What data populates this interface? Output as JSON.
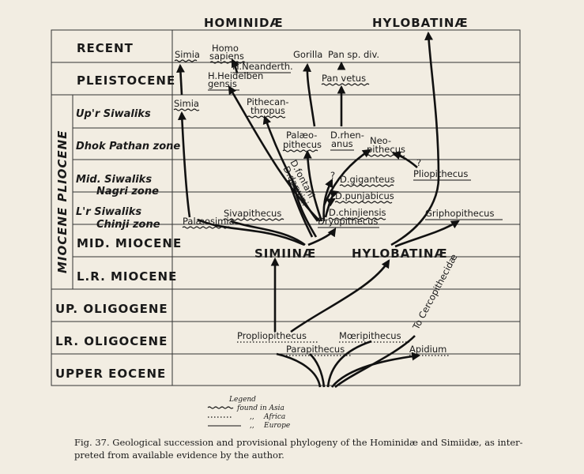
{
  "headers": {
    "hominidae": "HOMINIDÆ",
    "hylobatinae": "HYLOBATINÆ"
  },
  "rows": [
    {
      "label": "RECENT"
    },
    {
      "label": "PLEISTOCENE"
    },
    {
      "label": "Up'r Siwaliks"
    },
    {
      "label": "Dhok Pathan zone"
    },
    {
      "label": "Mid. Siwaliks",
      "sub": "Nagri zone"
    },
    {
      "label": "L'r Siwaliks",
      "sub": "Chinji zone"
    },
    {
      "label": "MID. MIOCENE"
    },
    {
      "label": "L.R. MIOCENE"
    },
    {
      "label": "UP. OLIGOGENE"
    },
    {
      "label": "LR. OLIGOCENE"
    },
    {
      "label": "UPPER EOCENE"
    }
  ],
  "epoch_side_label": "MIOCENE PLIOCENE",
  "group_labels": {
    "simiinae": "SIMIINÆ",
    "hylobatinae_mid": "HYLOBATINÆ"
  },
  "taxa": {
    "simia_recent": "Simia",
    "homo_1": "Homo",
    "homo_2": "sapiens",
    "h_neanderth": "H.Neanderth.",
    "h_heidelb_1": "H.Heidelben",
    "h_heidelb_2": "gensis",
    "gorilla": "Gorilla",
    "pan_sp": "Pan sp. div.",
    "pan_vetus": "Pan vetus",
    "simia_upr": "Simia",
    "pithecan_1": "Pithecan-",
    "pithecan_2": "thropus",
    "palaeo_1": "Palæo-",
    "palaeo_2": "pithecus",
    "d_rhen_1": "D.rhen-",
    "d_rhen_2": "anus",
    "neo_1": "Neo-",
    "neo_2": "pithecus",
    "pliopithecus": "Pliopithecus",
    "d_fontani": "D.fontani",
    "d_darwini": "D.darwini",
    "d_giganteus": "D.giganteus",
    "d_punjabicus": "D.punjabicus",
    "d_chinjiensis": "D.chinjiensis",
    "dryopithecus": "Dryopithecus",
    "sivapithecus": "Sivapithecus",
    "palaeosimia": "Palæosimia",
    "griphopithecus": "Griphopithecus",
    "propliopithecus": "Propliopithecus",
    "moeripithecus": "Mœripithecus",
    "parapithecus": "Parapithecus",
    "apidium": "Apidium",
    "cercopithecidae": "To Cercopithecidæ",
    "q1": "?",
    "q2": "?"
  },
  "legend": {
    "title": "Legend",
    "asia": "found in Asia",
    "africa": "Africa",
    "europe": "Europe",
    "ditto_1": ",,",
    "ditto_2": ",,"
  },
  "caption": {
    "line1": "Fig. 37.  Geological succession and provisional phylogeny of the Hominidæ and Simiidæ, as inter-",
    "line2": "preted from available evidence by the author."
  }
}
